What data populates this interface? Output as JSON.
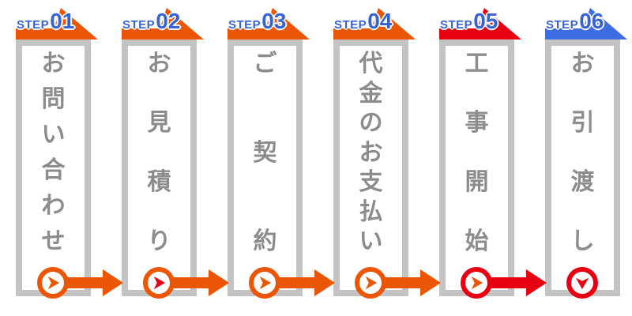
{
  "colors": {
    "orange": "#EA5506",
    "red": "#E60012",
    "banner_blue": "#3D6CE3",
    "step_text_blue": "#3763D2",
    "box_border": "#C3C3C3",
    "label_gray": "#8C8C8C",
    "background": "#FFFFFF"
  },
  "steps": [
    {
      "step_prefix": "STEP",
      "step_number": "01",
      "label": "お問い合わせ",
      "banner_color": "#EA5506",
      "ring_color": "#EA5506",
      "pointer_color": "#EA5506",
      "pointer_direction": "right",
      "arrow_to_next": {
        "color": "#EA5506"
      }
    },
    {
      "step_prefix": "STEP",
      "step_number": "02",
      "label": "お見積り",
      "banner_color": "#EA5506",
      "ring_color": "#EA5506",
      "pointer_color": "#E60012",
      "pointer_direction": "right",
      "arrow_to_next": {
        "color": "#EA5506"
      }
    },
    {
      "step_prefix": "STEP",
      "step_number": "03",
      "label": "ご契約",
      "banner_color": "#EA5506",
      "ring_color": "#EA5506",
      "pointer_color": "#EA5506",
      "pointer_direction": "right",
      "arrow_to_next": {
        "color": "#EA5506"
      }
    },
    {
      "step_prefix": "STEP",
      "step_number": "04",
      "label": "代金のお支払い",
      "banner_color": "#EA5506",
      "ring_color": "#EA5506",
      "pointer_color": "#EA5506",
      "pointer_direction": "right",
      "arrow_to_next": {
        "color": "#EA5506"
      }
    },
    {
      "step_prefix": "STEP",
      "step_number": "05",
      "label": "工事開始",
      "banner_color": "#E60012",
      "ring_color": "#E60012",
      "pointer_color": "#EA5506",
      "pointer_direction": "right",
      "arrow_to_next": {
        "color": "#E60012"
      }
    },
    {
      "step_prefix": "STEP",
      "step_number": "06",
      "label": "お引渡し",
      "banner_color": "#3D6CE3",
      "ring_color": "#E60012",
      "pointer_color": "#E60012",
      "pointer_direction": "down",
      "arrow_to_next": null
    }
  ]
}
